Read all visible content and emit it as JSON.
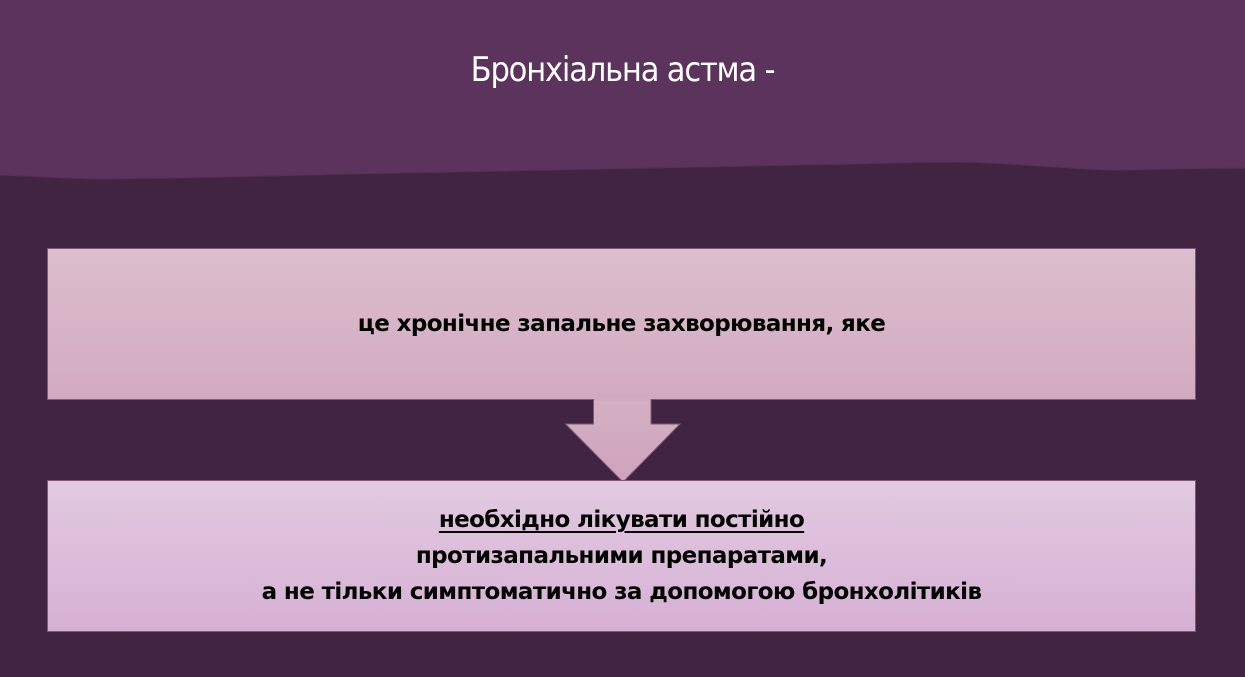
{
  "slide": {
    "title": "Бронхіальна астма -",
    "colors": {
      "header": "#5c335c",
      "background": "#412441",
      "box1_top": "#dcbecd",
      "box1_bottom": "#d2aac0",
      "box2_top": "#e2cae1",
      "box2_bottom": "#d6b0d4",
      "border": "#7d5a78",
      "title_text": "#ffffff",
      "body_text": "#000000"
    }
  },
  "flow": {
    "box1": {
      "text": "це хронічне запальне захворювання, яке"
    },
    "arrow": {
      "icon": "down-arrow-icon"
    },
    "box2": {
      "line1_underlined": "необхідно лікувати постійно",
      "line2": "протизапальними препаратами,",
      "line3": "а не тільки симптоматично за допомогою бронхолітиків"
    }
  }
}
